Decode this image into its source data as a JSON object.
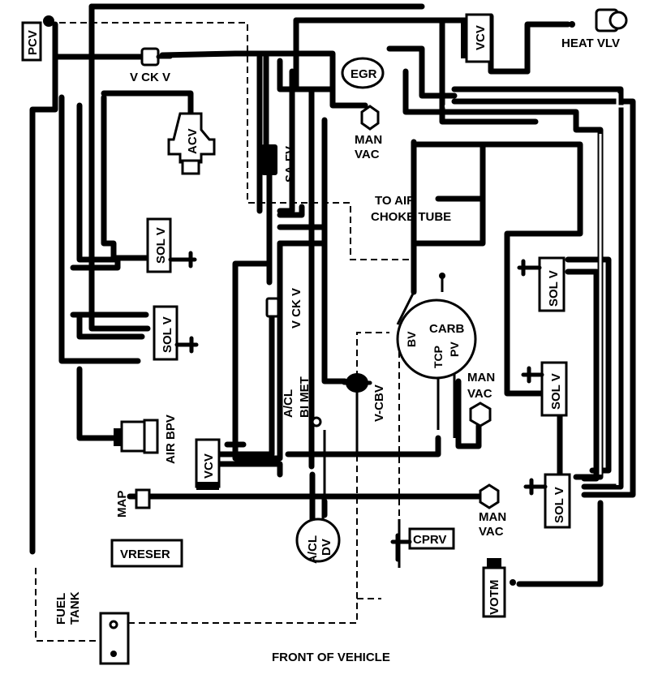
{
  "labels": {
    "pcv": "PCV",
    "vcv_top": "VCV",
    "heat_vlv": "HEAT VLV",
    "v_ck_v_top": "V CK V",
    "egr": "EGR",
    "man_vac_top_1": "MAN",
    "man_vac_top_2": "VAC",
    "acv": "ACV",
    "sa_fv": "SA-FV",
    "to_air_1": "TO AIR",
    "to_air_2": "CHOKE TUBE",
    "sol_v_1": "SOL V",
    "sol_v_2": "SOL V",
    "sol_v_3": "SOL V",
    "sol_v_4": "SOL V",
    "sol_v_5": "SOL V",
    "v_ck_v_mid": "V CK V",
    "carb": "CARB",
    "bv": "BV",
    "tcp": "TCP",
    "pv": "PV",
    "man_vac_mid_1": "MAN",
    "man_vac_mid_2": "VAC",
    "v_cbv": "V-CBV",
    "acl_bimet_1": "A/CL",
    "acl_bimet_2": "BI MET",
    "air_bpv": "AIR BPV",
    "vcv_bottom": "VCV",
    "map": "MAP",
    "man_vac_low_1": "MAN",
    "man_vac_low_2": "VAC",
    "acl_dv_1": "A/CL",
    "acl_dv_2": "DV",
    "cprv": "CPRV",
    "vreser": "VRESER",
    "fuel_tank_1": "FUEL",
    "fuel_tank_2": "TANK",
    "votm": "VOTM",
    "front": "FRONT OF VEHICLE"
  }
}
